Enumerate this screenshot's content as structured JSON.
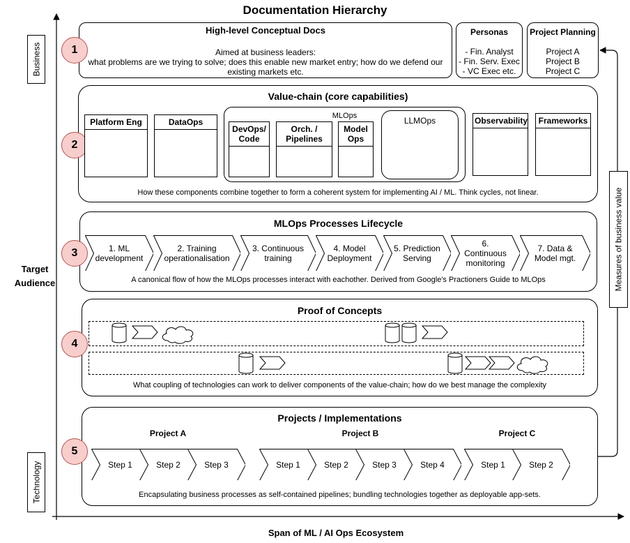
{
  "title": "Documentation Hierarchy",
  "axes": {
    "y_label": "Target\nAudience",
    "x_label": "Span of ML / AI Ops Ecosystem",
    "top_tag": "Business",
    "bottom_tag": "Technology",
    "value_label": "Measures of business value"
  },
  "level1": {
    "number": "1",
    "title": "High-level Conceptual Docs",
    "desc_line1": "Aimed at business leaders:",
    "desc_line2": "what problems are we trying to solve; does this enable new market entry; how do we defend our existing markets etc.",
    "personas": {
      "title": "Personas",
      "items": [
        "- Fin. Analyst",
        "- Fin. Serv. Exec",
        "- VC Exec etc."
      ]
    },
    "planning": {
      "title": "Project Planning",
      "items": [
        "Project A",
        "Project B",
        "Project C"
      ]
    }
  },
  "level2": {
    "number": "2",
    "title": "Value-chain (core capabilities)",
    "components": [
      "Platform Eng",
      "DataOps",
      "Observability",
      "Frameworks"
    ],
    "mlops_label": "MLOps",
    "mlops_components": [
      "DevOps/\nCode",
      "Orch. /\nPipelines",
      "Model\nOps"
    ],
    "llmops_label": "LLMOps",
    "caption": "How these components combine together to form a coherent system for implementing AI / ML. Think cycles, not linear."
  },
  "level3": {
    "number": "3",
    "title": "MLOps Processes Lifecycle",
    "steps": [
      "1. ML\ndevelopment",
      "2. Training\noperationalisation",
      "3. Continuous\ntraining",
      "4. Model\nDeployment",
      "5. Prediction\nServing",
      "6. Continuous\nmonitoring",
      "7. Data &\nModel mgt."
    ],
    "caption": "A canonical flow of how the MLOps processes interact with eachother. Derived from Google's Practioners Guide to MLOps"
  },
  "level4": {
    "number": "4",
    "title": "Proof of Concepts",
    "caption": "What coupling of technologies can work to deliver components of the value-chain; how do we best manage the complexity"
  },
  "level5": {
    "number": "5",
    "title": "Projects / Implementations",
    "projects": [
      {
        "name": "Project A",
        "steps": [
          "Step 1",
          "Step 2",
          "Step 3"
        ]
      },
      {
        "name": "Project B",
        "steps": [
          "Step 1",
          "Step 2",
          "Step 3",
          "Step 4"
        ]
      },
      {
        "name": "Project C",
        "steps": [
          "Step 1",
          "Step 2"
        ]
      }
    ],
    "caption": "Encapsulating business processes as self-contained pipelines; bundling technologies together as deployable app-sets."
  },
  "colors": {
    "badge_fill": "#f8cecc",
    "badge_stroke": "#b85450"
  }
}
